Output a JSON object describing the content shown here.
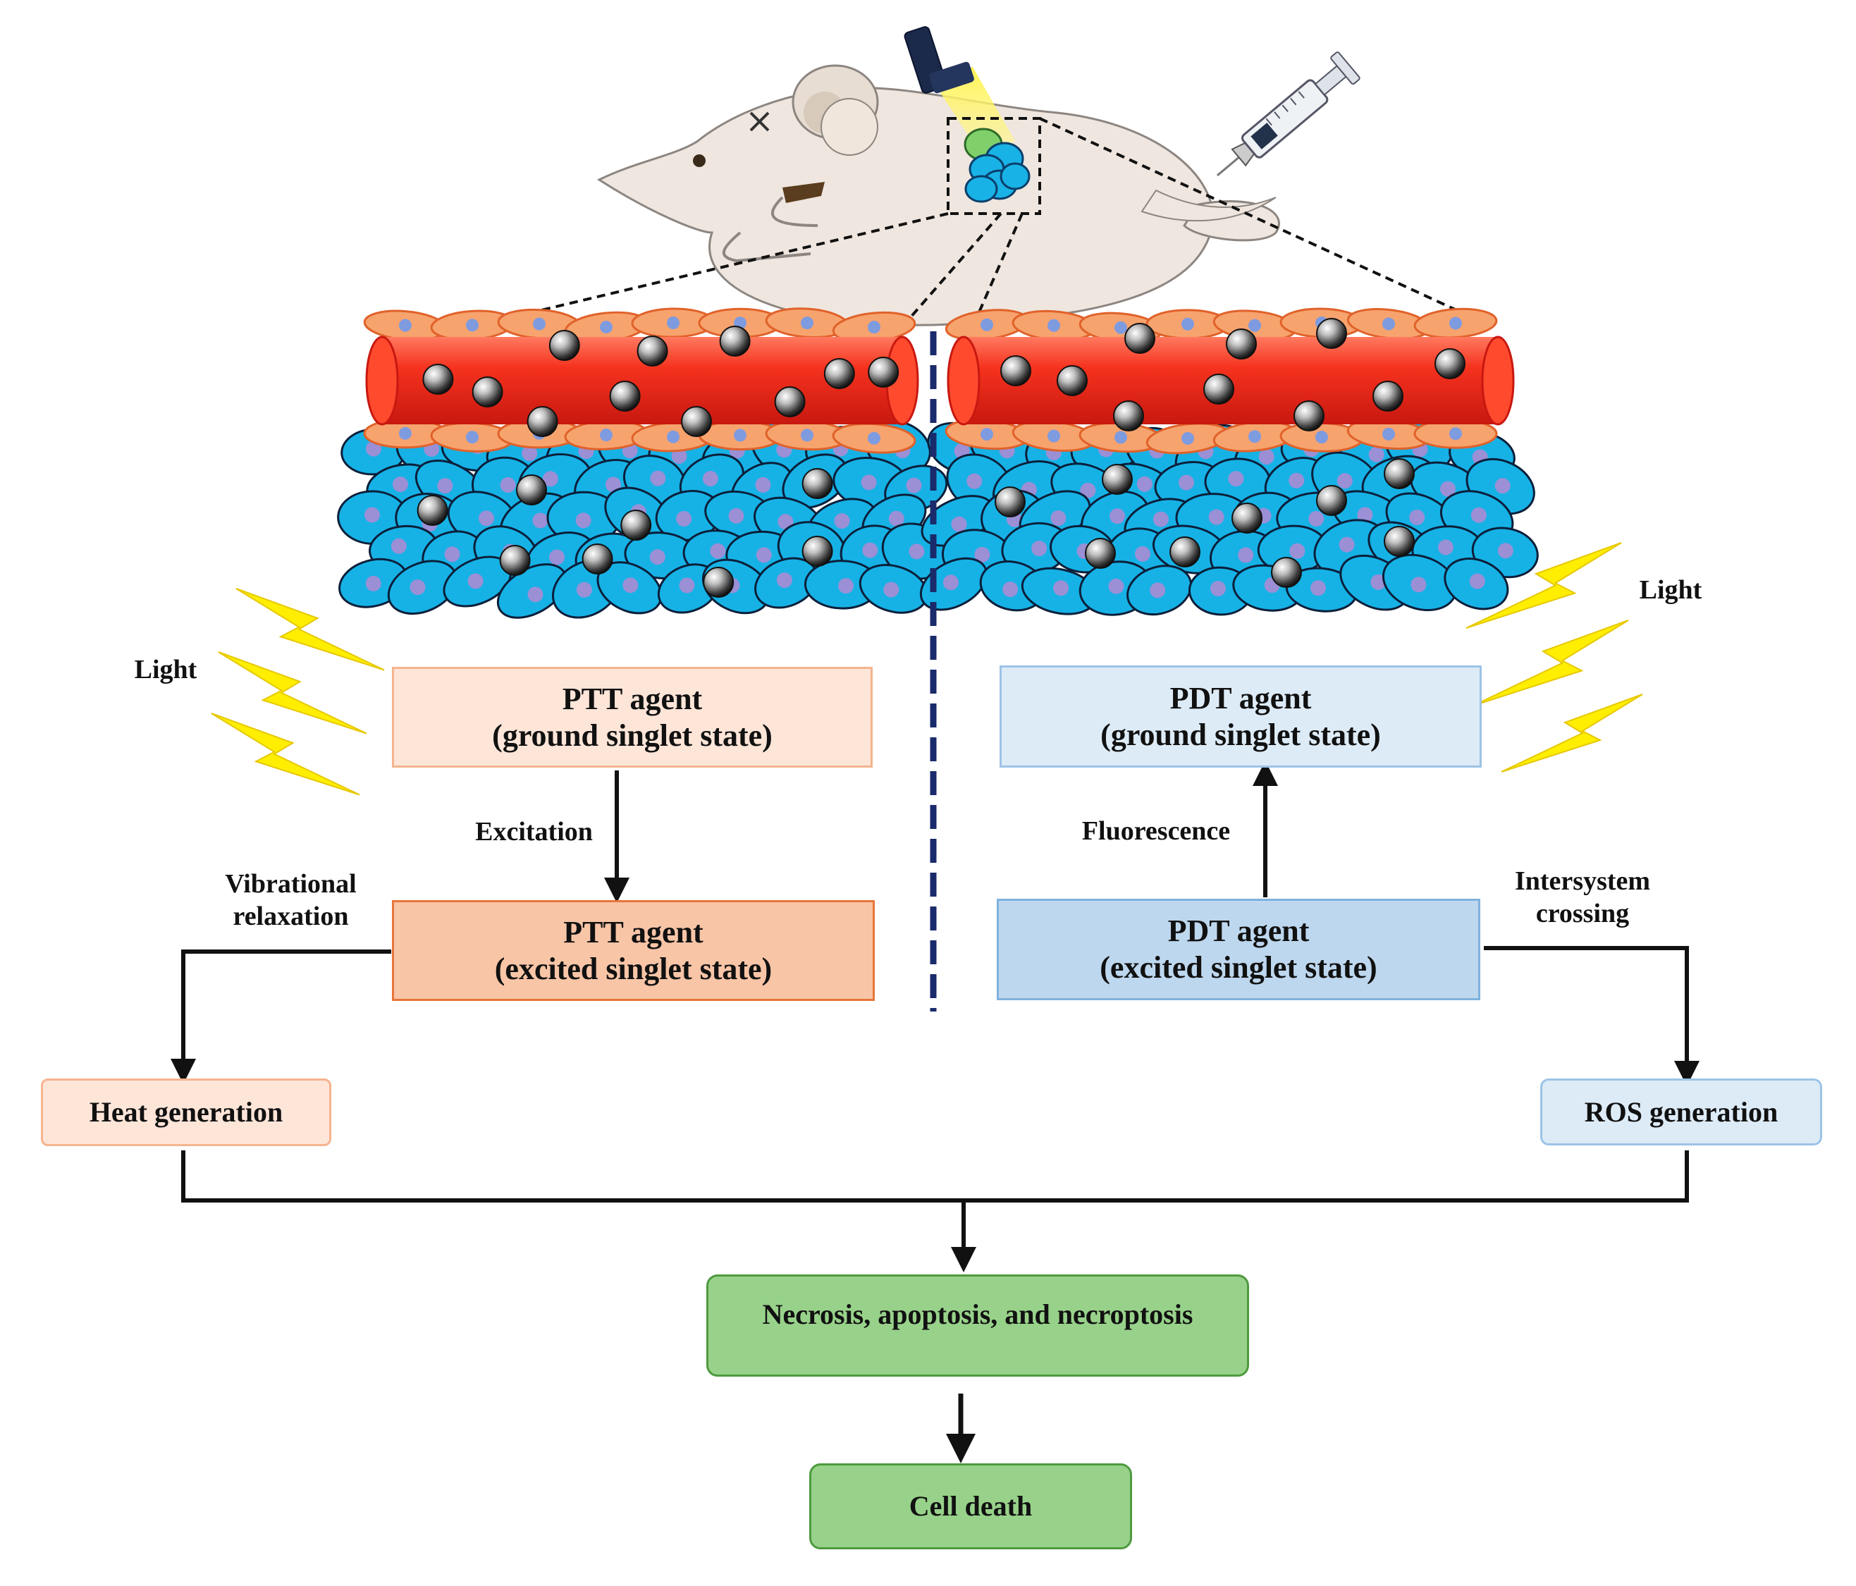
{
  "ptt": {
    "ground": {
      "line1": "PTT agent",
      "line2": "(ground singlet state)"
    },
    "excited": {
      "line1": "PTT agent",
      "line2": "(excited singlet state)"
    },
    "light_label": "Light",
    "excitation_label": "Excitation",
    "relaxation_label": {
      "line1": "Vibrational",
      "line2": "relaxation"
    },
    "result": "Heat generation"
  },
  "pdt": {
    "ground": {
      "line1": "PDT agent",
      "line2": "(ground singlet state)"
    },
    "excited": {
      "line1": "PDT agent",
      "line2": "(excited singlet state)"
    },
    "light_label": "Light",
    "fluorescence_label": "Fluorescence",
    "isc_label": {
      "line1": "Intersystem",
      "line2": "crossing"
    },
    "result": "ROS generation"
  },
  "outcome": {
    "mechanisms": "Necrosis, apoptosis, and necroptosis",
    "final": "Cell death"
  },
  "colors": {
    "ptt_ground_fill": "#fde5d8",
    "ptt_ground_border": "#f5b48f",
    "ptt_excited_fill": "#f8c5a7",
    "ptt_excited_border": "#e8763a",
    "pdt_ground_fill": "#ddebf7",
    "pdt_ground_border": "#9dc3e6",
    "pdt_excited_fill": "#bdd7ee",
    "pdt_excited_border": "#7fb2dd",
    "outcome_fill": "#98d28a",
    "outcome_border": "#4e9a3e",
    "vessel": "#f5321e",
    "endothelial": "#f7a36e",
    "tumor_cell": "#16b2e6",
    "nucleus": "#9b8fd6",
    "light_bolt": "#ffee00",
    "divider": "#1a2b6b"
  }
}
